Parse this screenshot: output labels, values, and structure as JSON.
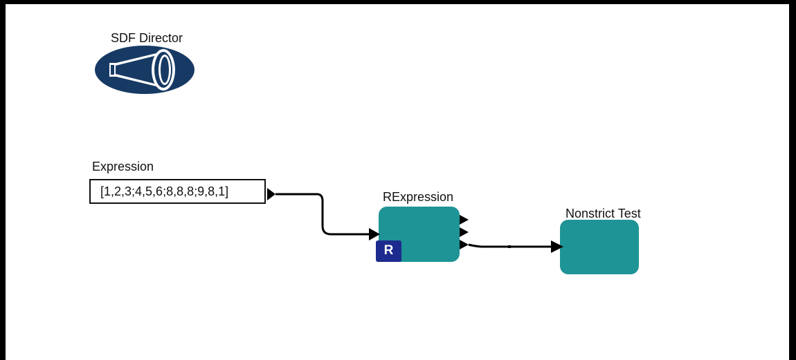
{
  "director": {
    "label": "SDF Director",
    "icon": "megaphone-icon",
    "color": "#173a64"
  },
  "actors": {
    "expression": {
      "label": "Expression",
      "value": "[1,2,3;4,5,6;8,8,8;9,8,1]"
    },
    "rexpression": {
      "label": "RExpression",
      "badge": "R",
      "color": "#1f9496",
      "badge_color": "#1d2a8e"
    },
    "nonstrict_test": {
      "label": "Nonstrict Test",
      "color": "#1f9496"
    }
  }
}
